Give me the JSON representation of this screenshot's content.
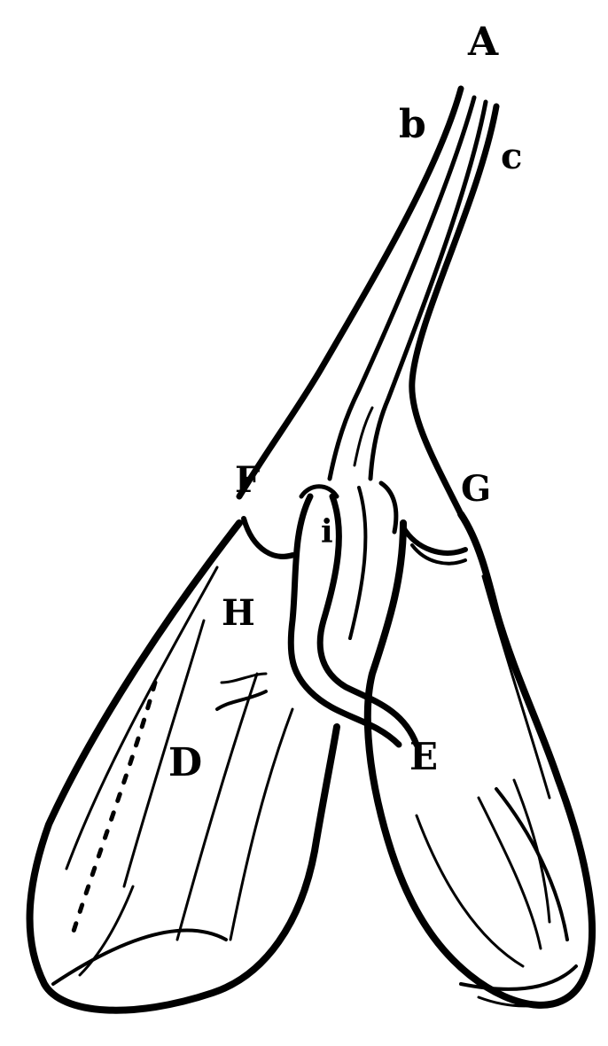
{
  "figure": {
    "labels": {
      "A": "A",
      "b": "b",
      "c": "c",
      "F": "F",
      "G": "G",
      "H": "H",
      "i": "i",
      "D": "D",
      "E": "E"
    }
  }
}
